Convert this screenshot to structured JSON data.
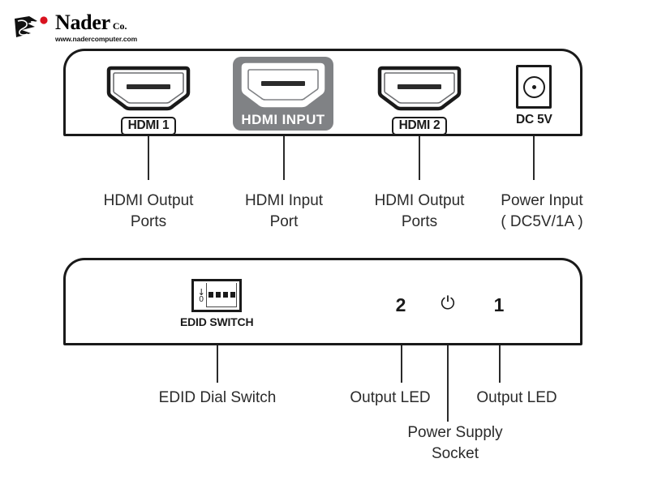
{
  "brand": {
    "name": "Nader",
    "suffix": "Co.",
    "url": "www.nadercomputer.com",
    "logo_icon": "nader-monogram-icon"
  },
  "colors": {
    "outline": "#1a1a1a",
    "highlight_gray": "#808285",
    "text": "#2b2b2b",
    "logo_red": "#d9121f"
  },
  "front_panel": {
    "ports": [
      {
        "id": "hdmi-1",
        "label": "HDMI 1",
        "highlighted": false
      },
      {
        "id": "hdmi-input",
        "label": "HDMI INPUT",
        "highlighted": true
      },
      {
        "id": "hdmi-2",
        "label": "HDMI 2",
        "highlighted": false
      }
    ],
    "power_jack": {
      "label": "DC 5V",
      "icon": "dc-barrel-jack-icon"
    },
    "callouts": [
      {
        "id": "hdmi-output-left",
        "text": "HDMI Output\nPorts"
      },
      {
        "id": "hdmi-input",
        "text": "HDMI Input\nPort"
      },
      {
        "id": "hdmi-output-right",
        "text": "HDMI Output\nPorts"
      },
      {
        "id": "power-input",
        "text": "Power Input\n( DC5V/1A )"
      }
    ]
  },
  "rear_panel": {
    "edid_switch": {
      "caption": "EDID SWITCH",
      "arrow": "↓",
      "zero": "0",
      "dip_count": 4
    },
    "indicators": [
      {
        "id": "output-2",
        "mark": "2"
      },
      {
        "id": "power",
        "mark": "⏻"
      },
      {
        "id": "output-1",
        "mark": "1"
      }
    ],
    "callouts": [
      {
        "id": "edid-dial-switch",
        "text": "EDID Dial Switch"
      },
      {
        "id": "output-led-2",
        "text": "Output LED"
      },
      {
        "id": "power-supply-socket",
        "text": "Power Supply\nSocket"
      },
      {
        "id": "output-led-1",
        "text": "Output LED"
      }
    ]
  }
}
